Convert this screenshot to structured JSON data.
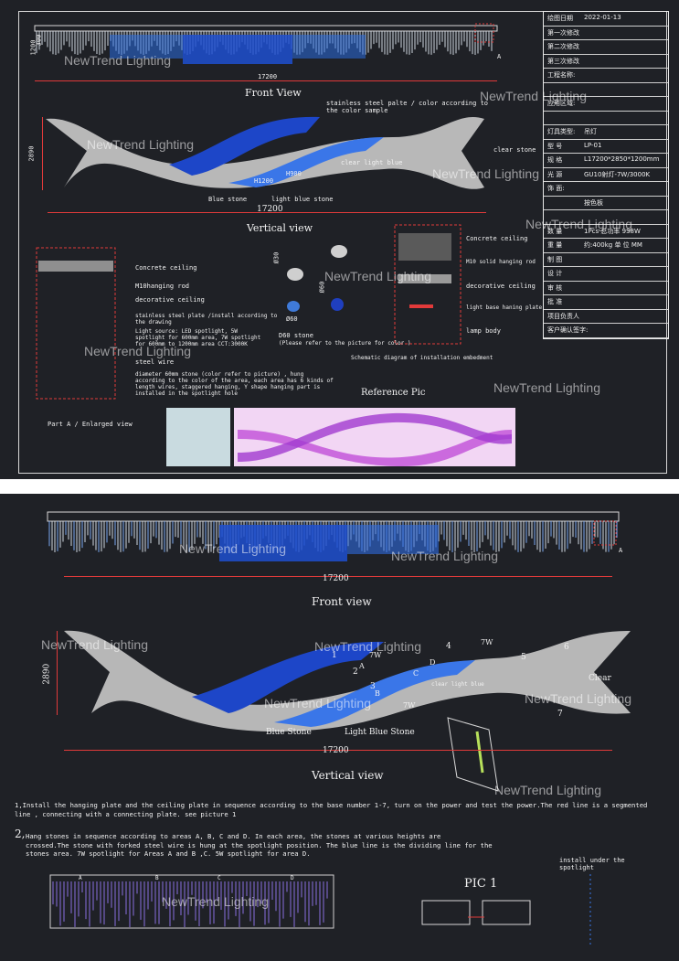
{
  "watermark": "NewTrend Lighting",
  "sheet1": {
    "front_view": {
      "title": "Front View",
      "dim_length": "17200",
      "dim_height": "1200",
      "dim_top": "300",
      "callout": "A"
    },
    "vertical_view": {
      "title": "Vertical view",
      "dim_length": "17200",
      "dim_height": "2890",
      "labels": {
        "plate": "stainless steel palte / color according to\nthe color sample",
        "clear_stone": "clear stone",
        "clear_light_blue": "clear light blue",
        "blue_stone": "Blue stone",
        "light_blue_stone": "light blue stone",
        "h1200": "H1200",
        "h900": "H900"
      }
    },
    "part_a": {
      "title": "Part A / Enlarged view",
      "concrete": "Concrete ceiling",
      "rod": "M10hanging rod",
      "deco": "decorative ceiling",
      "plate_note": "stainless steel plate /install according to\nthe drawing",
      "light": "Light source: LED spotlight, 5W\nspotlight for 600mm area, 7W spotlight\nfor 600mm to 1200mm area CCT:3000K",
      "wire": "steel wire",
      "stone_note": "diameter 60mm stone (color refer to picture) , hung\naccording to the color of the area, each area has 6 kinds of\nlength wires, staggered hanging, Y shape hanging part is\ninstalled in the spotlight hole"
    },
    "stone": {
      "d60": "D60 stone",
      "d60_note": "(Please refer to the picture for color )",
      "phi30": "Ø30",
      "phi60": "Ø60"
    },
    "schematic": {
      "title": "Schematic diagram of installation embedment",
      "concrete": "Concrete ceiling",
      "rod": "M10 solid hanging rod",
      "deco": "decorative ceiling",
      "base": "light base haning plate",
      "lamp": "lamp body"
    },
    "reference": {
      "title": "Reference Pic"
    },
    "title_block": [
      {
        "label": "绘图日期",
        "value": "2022-01-13"
      },
      {
        "label": "第一次修改",
        "value": ""
      },
      {
        "label": "第二次修改",
        "value": ""
      },
      {
        "label": "第三次修改",
        "value": ""
      },
      {
        "label": "工程名称:",
        "value": ""
      },
      {
        "label": "",
        "value": ""
      },
      {
        "label": "应用区域:",
        "value": ""
      },
      {
        "label": "",
        "value": ""
      },
      {
        "label": "灯具类型:",
        "value": "吊灯"
      },
      {
        "label": "型 号",
        "value": "LP-01"
      },
      {
        "label": "规 格",
        "value": "L17200*2850*1200mm"
      },
      {
        "label": "光 源",
        "value": "GU10射灯-7W/3000K"
      },
      {
        "label": "饰 面:",
        "value": ""
      },
      {
        "label": "",
        "value": "按色板"
      },
      {
        "label": "",
        "value": ""
      },
      {
        "label": "数 量",
        "value": "1Pcs  总功率  938W"
      },
      {
        "label": "重 量",
        "value": "约:400kg 单 位   MM"
      },
      {
        "label": "制 图",
        "value": ""
      },
      {
        "label": "设 计",
        "value": ""
      },
      {
        "label": "审 核",
        "value": ""
      },
      {
        "label": "批 准",
        "value": ""
      },
      {
        "label": "项目负责人",
        "value": ""
      },
      {
        "label": "客户确认签字:",
        "value": ""
      }
    ]
  },
  "sheet2": {
    "front_view": {
      "title": "Front view",
      "dim_length": "17200",
      "callout": "A"
    },
    "vertical_view": {
      "title": "Vertical view",
      "dim_length": "17200",
      "dim_height": "2890",
      "labels": {
        "blue_stone": "Blue Stone",
        "light_blue_stone": "Light Blue Stone",
        "clear_light_blue": "clear light blue",
        "clear": "Clear",
        "n1": "1",
        "n2": "2",
        "n3": "3",
        "n4": "4",
        "n5": "5",
        "n6": "6",
        "n7": "7",
        "a": "A",
        "b": "B",
        "c": "C",
        "d": "D",
        "w7a": "7W",
        "w7b": "7W",
        "w7c": "7W"
      }
    },
    "notes": {
      "note1": "1,Install the hanging plate and the ceiling plate in sequence according to the base number 1-7, turn on the power and test the power.The red line is a segmented\nline , connecting  with a connecting plate. see picture 1",
      "note2_head": "2,",
      "note2": " Hang stones in sequence according to areas A, B, C and D. In each area, the stones at various heights are\ncrossed.The stone with forked steel wire is hung at the spotlight position. The blue line is the dividing line for the\nstones area. 7W spotlight for Areas A and B ,C. 5W  spotlight for area D."
    },
    "areas": [
      "A",
      "B",
      "C",
      "D"
    ],
    "pic1": "PIC 1",
    "install_note": "install under the\nspotlight"
  }
}
